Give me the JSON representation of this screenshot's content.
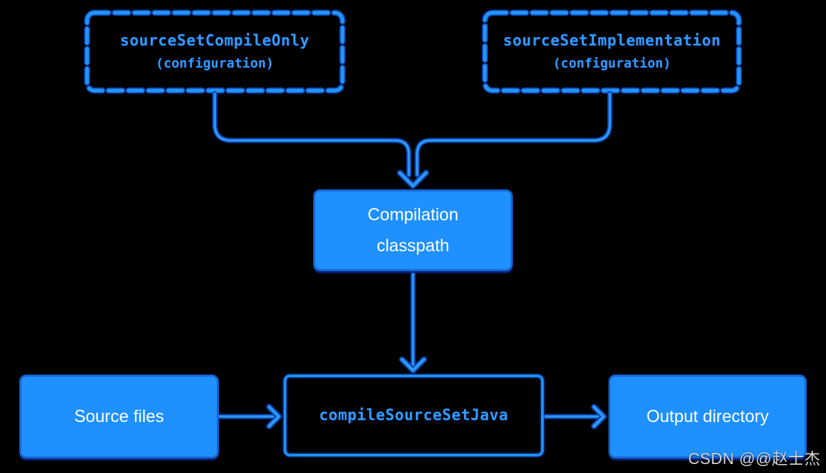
{
  "canvas": {
    "background": "#000000"
  },
  "colors": {
    "node_fill_blue": "#1e90ff",
    "node_border_blue": "#1464d2",
    "connector_blue": "#2b96f5",
    "connector_outline_navy": "#0a3fa8",
    "code_text_blue": "#2f9bff",
    "label_text_white": "#ffffff",
    "watermark_grey": "#d6d6d6"
  },
  "nodes": {
    "compile_only": {
      "title": "sourceSetCompileOnly",
      "subtitle": "(configuration)",
      "style": "dashed"
    },
    "implementation": {
      "title": "sourceSetImplementation",
      "subtitle": "(configuration)",
      "style": "dashed"
    },
    "classpath": {
      "line1": "Compilation",
      "line2": "classpath",
      "style": "filled"
    },
    "source_files": {
      "label": "Source files",
      "style": "filled"
    },
    "compile_task": {
      "label": "compileSourceSetJava",
      "style": "outlined"
    },
    "output_dir": {
      "label": "Output directory",
      "style": "filled"
    }
  },
  "edges": [
    {
      "from": "sourceSetCompileOnly (configuration)",
      "to": "Compilation classpath"
    },
    {
      "from": "sourceSetImplementation (configuration)",
      "to": "Compilation classpath"
    },
    {
      "from": "Compilation classpath",
      "to": "compileSourceSetJava"
    },
    {
      "from": "Source files",
      "to": "compileSourceSetJava"
    },
    {
      "from": "compileSourceSetJava",
      "to": "Output directory"
    }
  ],
  "watermark": {
    "text": "CSDN @@赵士杰"
  }
}
